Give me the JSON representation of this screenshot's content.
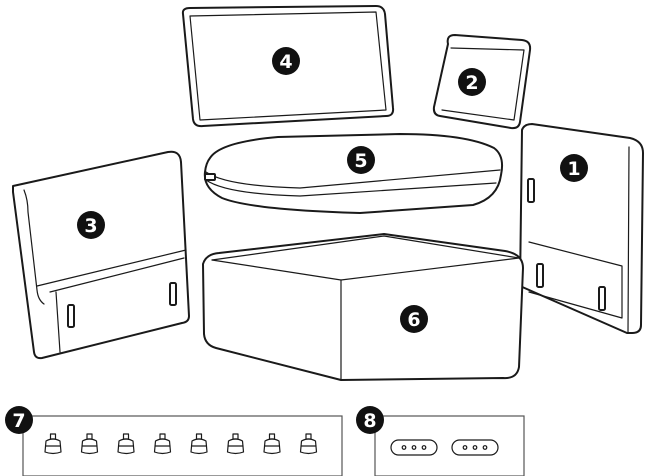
{
  "parts": [
    {
      "label": "1",
      "name": "corner-side-panel"
    },
    {
      "label": "2",
      "name": "small-back-cushion"
    },
    {
      "label": "3",
      "name": "side-panel"
    },
    {
      "label": "4",
      "name": "large-back-cushion"
    },
    {
      "label": "5",
      "name": "seat-cushion"
    },
    {
      "label": "6",
      "name": "seat-base"
    },
    {
      "label": "7",
      "name": "feet-set",
      "count": 8
    },
    {
      "label": "8",
      "name": "connector-set",
      "count": 2
    }
  ]
}
